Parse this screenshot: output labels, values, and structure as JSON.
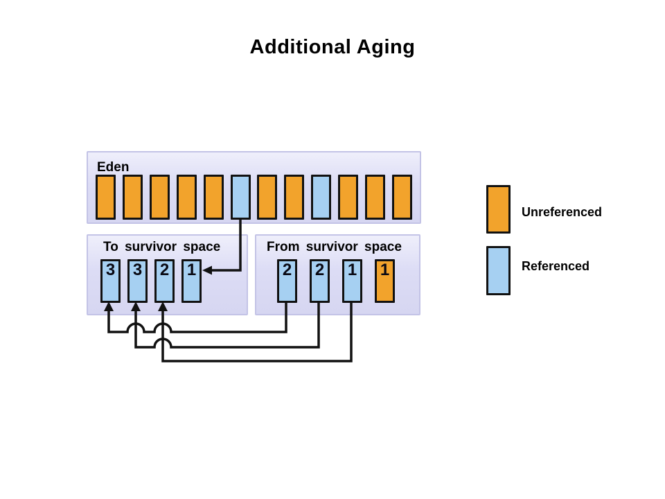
{
  "title": "Additional Aging",
  "colors": {
    "unreferenced": "#F2A32C",
    "referenced": "#A6D0F2",
    "box_fill": "#DCDCF5",
    "line": "#111111"
  },
  "eden": {
    "label": "Eden",
    "cells": [
      {
        "label": "",
        "state": "unreferenced"
      },
      {
        "label": "",
        "state": "unreferenced"
      },
      {
        "label": "",
        "state": "unreferenced"
      },
      {
        "label": "",
        "state": "unreferenced"
      },
      {
        "label": "",
        "state": "unreferenced"
      },
      {
        "label": "",
        "state": "referenced"
      },
      {
        "label": "",
        "state": "unreferenced"
      },
      {
        "label": "",
        "state": "unreferenced"
      },
      {
        "label": "",
        "state": "referenced"
      },
      {
        "label": "",
        "state": "unreferenced"
      },
      {
        "label": "",
        "state": "unreferenced"
      },
      {
        "label": "",
        "state": "unreferenced"
      }
    ]
  },
  "to_survivor": {
    "label": "To survivor space",
    "cells": [
      {
        "label": "3",
        "state": "referenced"
      },
      {
        "label": "3",
        "state": "referenced"
      },
      {
        "label": "2",
        "state": "referenced"
      },
      {
        "label": "1",
        "state": "referenced"
      }
    ]
  },
  "from_survivor": {
    "label": "From survivor space",
    "cells": [
      {
        "label": "2",
        "state": "referenced"
      },
      {
        "label": "2",
        "state": "referenced"
      },
      {
        "label": "1",
        "state": "referenced"
      },
      {
        "label": "1",
        "state": "unreferenced"
      }
    ]
  },
  "legend": {
    "items": [
      {
        "state": "unreferenced",
        "label": "Unreferenced"
      },
      {
        "state": "referenced",
        "label": "Referenced"
      }
    ]
  }
}
